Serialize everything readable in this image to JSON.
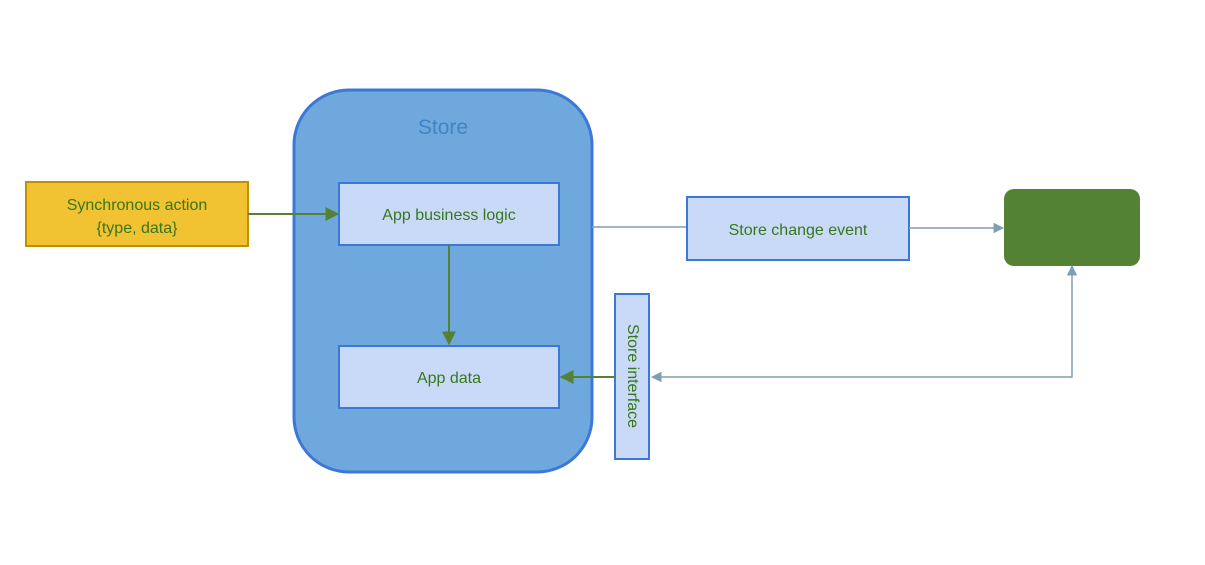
{
  "store": {
    "title": "Store"
  },
  "nodes": {
    "sync_action": {
      "line1": "Synchronous action",
      "line2": "{type, data}"
    },
    "business_logic": {
      "label": "App business logic"
    },
    "app_data": {
      "label": "App data"
    },
    "change_event": {
      "label": "Store change event"
    },
    "store_interface": {
      "label": "Store interface"
    },
    "view": {
      "label": ""
    }
  },
  "colors": {
    "store_fill": "#6fa8dc",
    "store_stroke": "#3c78d8",
    "store_title": "#3d85c6",
    "inner_fill": "#c9daf8",
    "inner_stroke": "#3c78d8",
    "action_fill": "#f1c232",
    "action_stroke": "#bf9000",
    "view_fill": "#548235",
    "text_green": "#38761d",
    "arrow_green": "#548235",
    "arrow_gray": "#7f9fb3"
  }
}
